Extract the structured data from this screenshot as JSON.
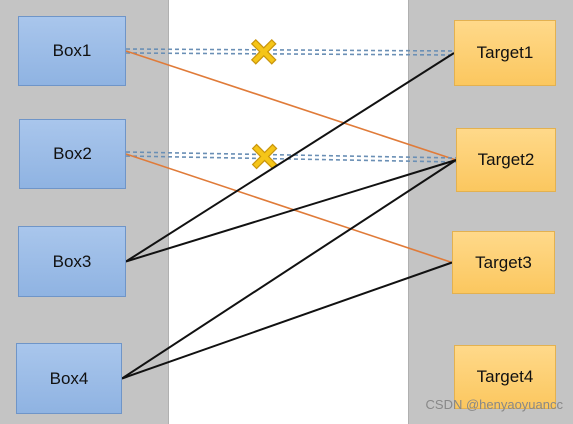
{
  "boxes": [
    {
      "id": "box1",
      "label": "Box1"
    },
    {
      "id": "box2",
      "label": "Box2"
    },
    {
      "id": "box3",
      "label": "Box3"
    },
    {
      "id": "box4",
      "label": "Box4"
    }
  ],
  "targets": [
    {
      "id": "target1",
      "label": "Target1"
    },
    {
      "id": "target2",
      "label": "Target2"
    },
    {
      "id": "target3",
      "label": "Target3"
    },
    {
      "id": "target4",
      "label": "Target4"
    }
  ],
  "connections": [
    {
      "from": "box1",
      "to": "target1",
      "style": "dashed",
      "blocked": true
    },
    {
      "from": "box1",
      "to": "target2",
      "style": "orange"
    },
    {
      "from": "box2",
      "to": "target2",
      "style": "dashed",
      "blocked": true
    },
    {
      "from": "box2",
      "to": "target3",
      "style": "orange"
    },
    {
      "from": "box3",
      "to": "target1",
      "style": "black"
    },
    {
      "from": "box3",
      "to": "target2",
      "style": "black"
    },
    {
      "from": "box4",
      "to": "target2",
      "style": "black"
    },
    {
      "from": "box4",
      "to": "target3",
      "style": "black"
    }
  ],
  "colors": {
    "orange_line": "#e07b39",
    "black_line": "#111111",
    "dashed_line": "#6a8fb5",
    "cross_fill": "#f5c518",
    "cross_stroke": "#c9950c"
  },
  "watermark": "CSDN @henyaoyuancc"
}
